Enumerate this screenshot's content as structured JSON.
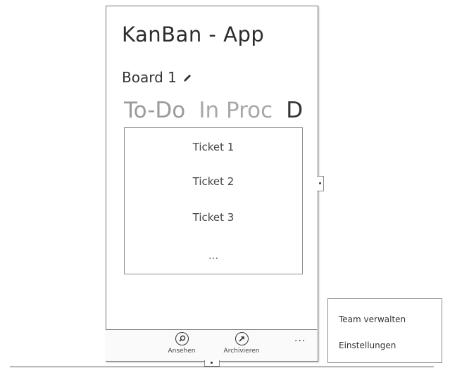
{
  "app": {
    "title": "KanBan - App"
  },
  "board": {
    "title": "Board 1",
    "edit_icon": "pencil-icon"
  },
  "pivot": {
    "tabs": [
      "To-Do",
      "In Proc",
      "D"
    ]
  },
  "tickets": [
    "Ticket 1",
    "Ticket 2",
    "Ticket 3",
    "..."
  ],
  "app_bar": {
    "buttons": [
      {
        "label": "Ansehen",
        "icon": "magnifier-icon"
      },
      {
        "label": "Archivieren",
        "icon": "arrow-up-right-icon"
      }
    ],
    "more": "..."
  },
  "menu": {
    "items": [
      "Team verwalten",
      "Einstellungen"
    ]
  }
}
